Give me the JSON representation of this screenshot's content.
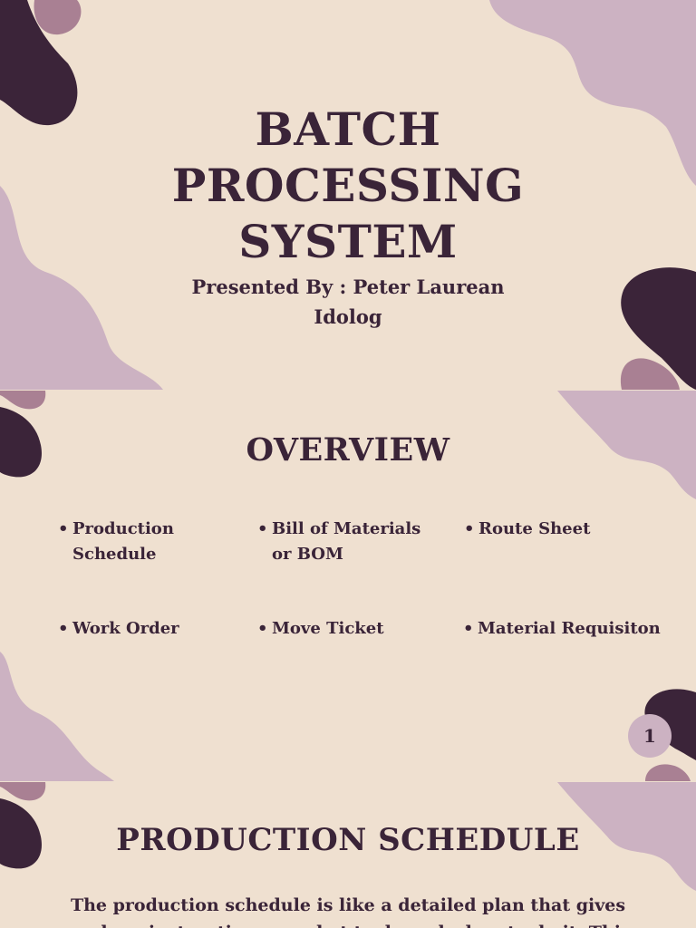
{
  "slide1": {
    "title_lines": [
      "BATCH",
      "PROCESSING",
      "SYSTEM"
    ],
    "presenter_lines": [
      "Presented By : Peter Laurean",
      "Idolog"
    ]
  },
  "slide2": {
    "title": "OVERVIEW",
    "items": [
      "Production Schedule",
      "Bill of Materials or BOM",
      "Route Sheet",
      "Work Order",
      "Move Ticket",
      "Material Requisiton"
    ],
    "page_number": "1"
  },
  "slide3": {
    "title": "PRODUCTION SCHEDULE",
    "body": "The production schedule is like a detailed plan that gives workers instructions on what to do and when to do it. This document tells"
  },
  "colors": {
    "background": "#efe0d0",
    "dark_plum": "#3b2439",
    "light_mauve": "#ccb2c2",
    "mid_mauve": "#a98093",
    "text": "#3a2438"
  }
}
